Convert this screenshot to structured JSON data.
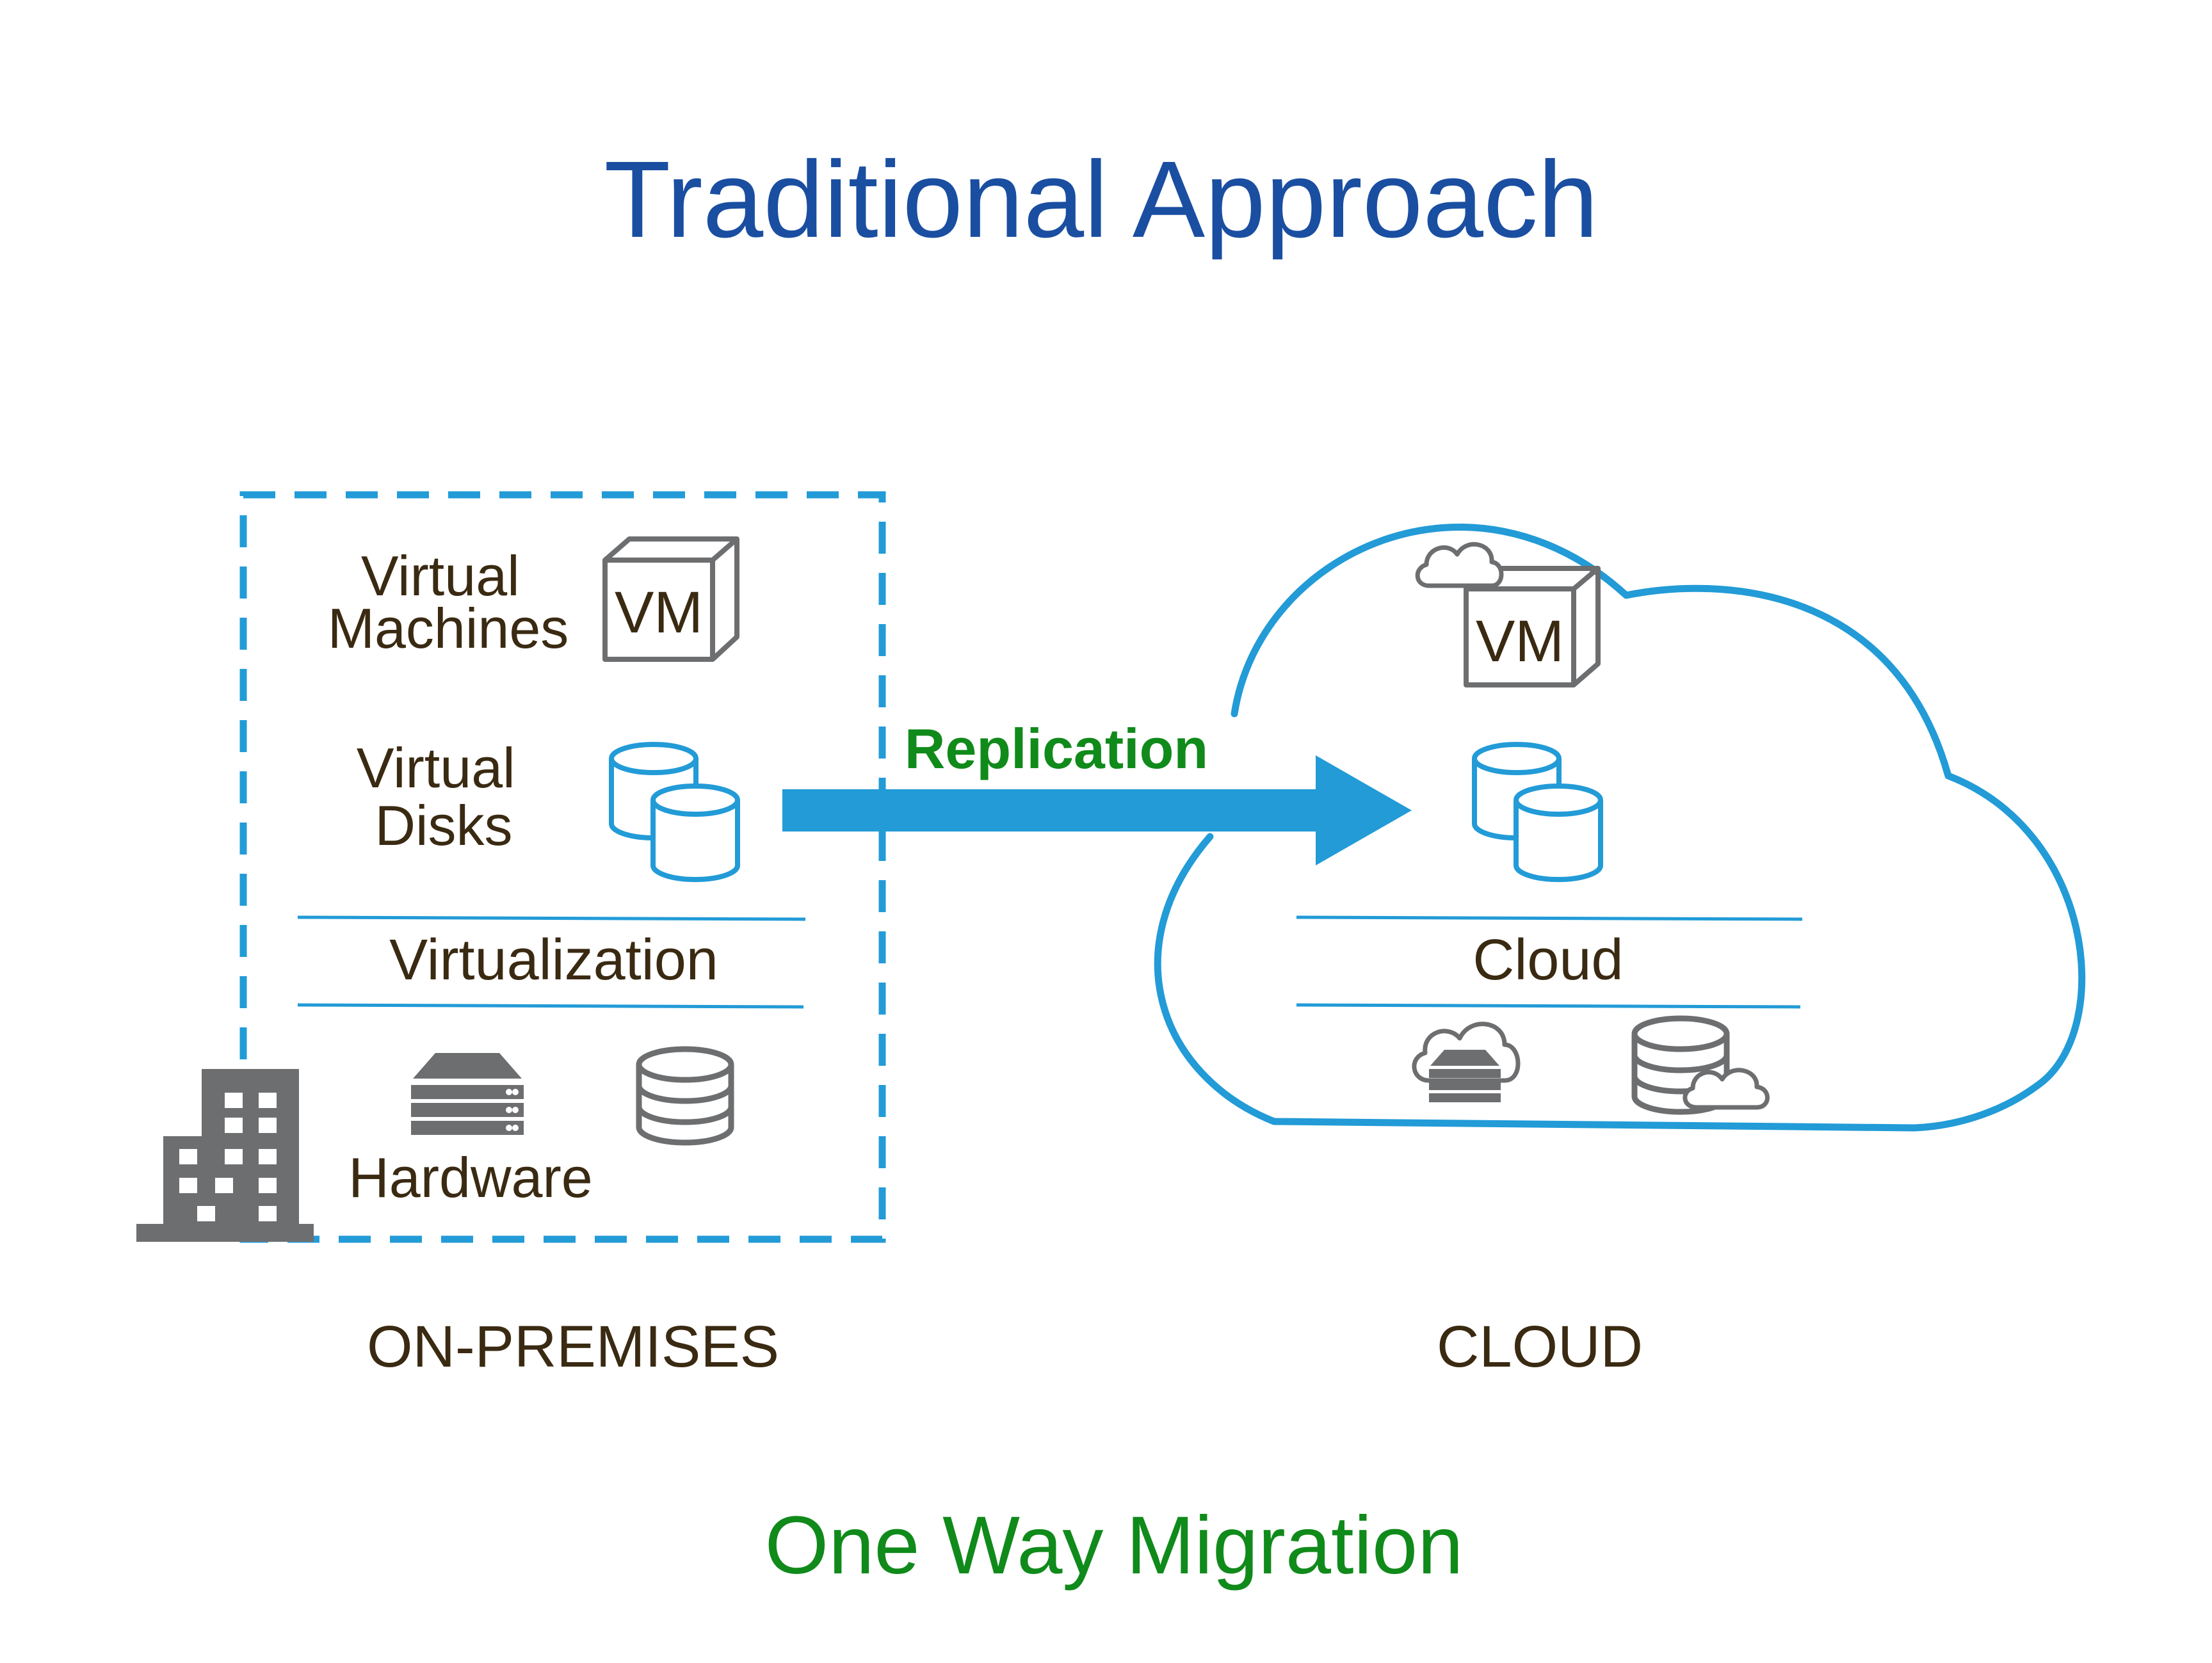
{
  "title": "Traditional Approach",
  "footer": "One Way Migration",
  "arrow": {
    "label": "Replication"
  },
  "on_premises": {
    "label": "ON-PREMISES",
    "virtual_machines": {
      "line1": "Virtual",
      "line2": "Machines",
      "icon": "vm-box-icon",
      "icon_text": "VM"
    },
    "virtual_disks": {
      "line1": "Virtual",
      "line2": "Disks",
      "icon": "disks-icon"
    },
    "layer": "Virtualization",
    "hardware": {
      "label": "Hardware",
      "icons": [
        "server-icon",
        "database-icon",
        "building-icon"
      ]
    }
  },
  "cloud": {
    "label": "CLOUD",
    "vm_icon_text": "VM",
    "layer": "Cloud",
    "icons": [
      "cloud-vm-icon",
      "disks-icon",
      "cloud-server-icon",
      "cloud-database-icon"
    ]
  },
  "colors": {
    "title": "#1a4ea1",
    "accent_blue": "#229bd7",
    "green": "#108a1a",
    "text": "#3a2a12",
    "icon_gray": "#6d6e70"
  }
}
